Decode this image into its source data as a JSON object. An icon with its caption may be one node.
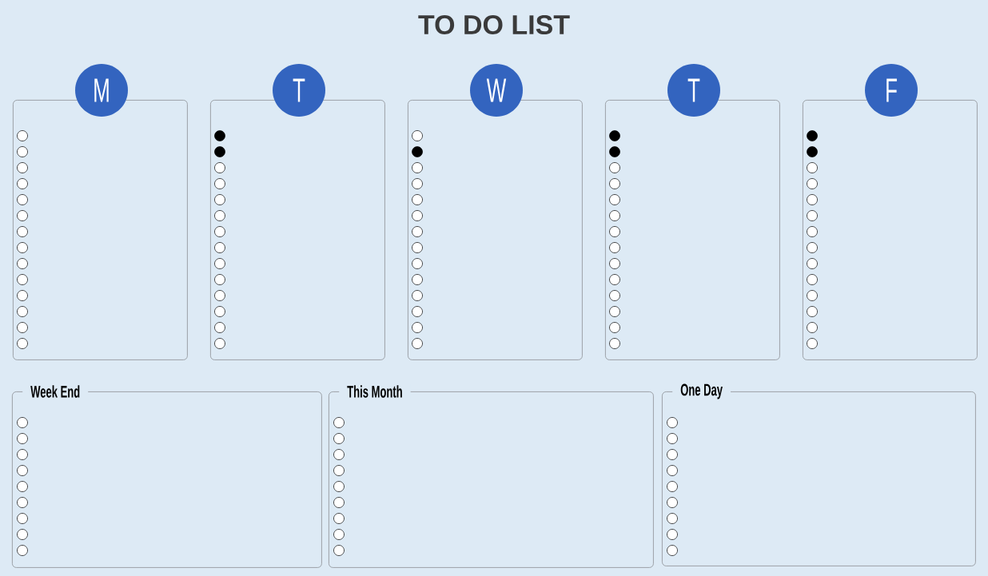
{
  "diagram": {
    "title": "TO DO LIST",
    "nodes": [
      {
        "text": [
          "M"
        ]
      },
      {
        "text": [],
        "shape": "box"
      },
      {
        "text": [
          "T"
        ]
      },
      {
        "text": [],
        "shape": "box"
      },
      {
        "text": [
          "W"
        ]
      },
      {
        "text": [],
        "shape": "box"
      },
      {
        "text": [
          "T"
        ]
      },
      {
        "text": [],
        "shape": "box"
      },
      {
        "text": [
          "F"
        ]
      },
      {
        "text": [],
        "shape": "box"
      },
      {
        "text": [
          "Week End"
        ]
      },
      {
        "text": [
          "This Month"
        ]
      },
      {
        "text": [
          "One Day"
        ]
      }
    ]
  }
}
